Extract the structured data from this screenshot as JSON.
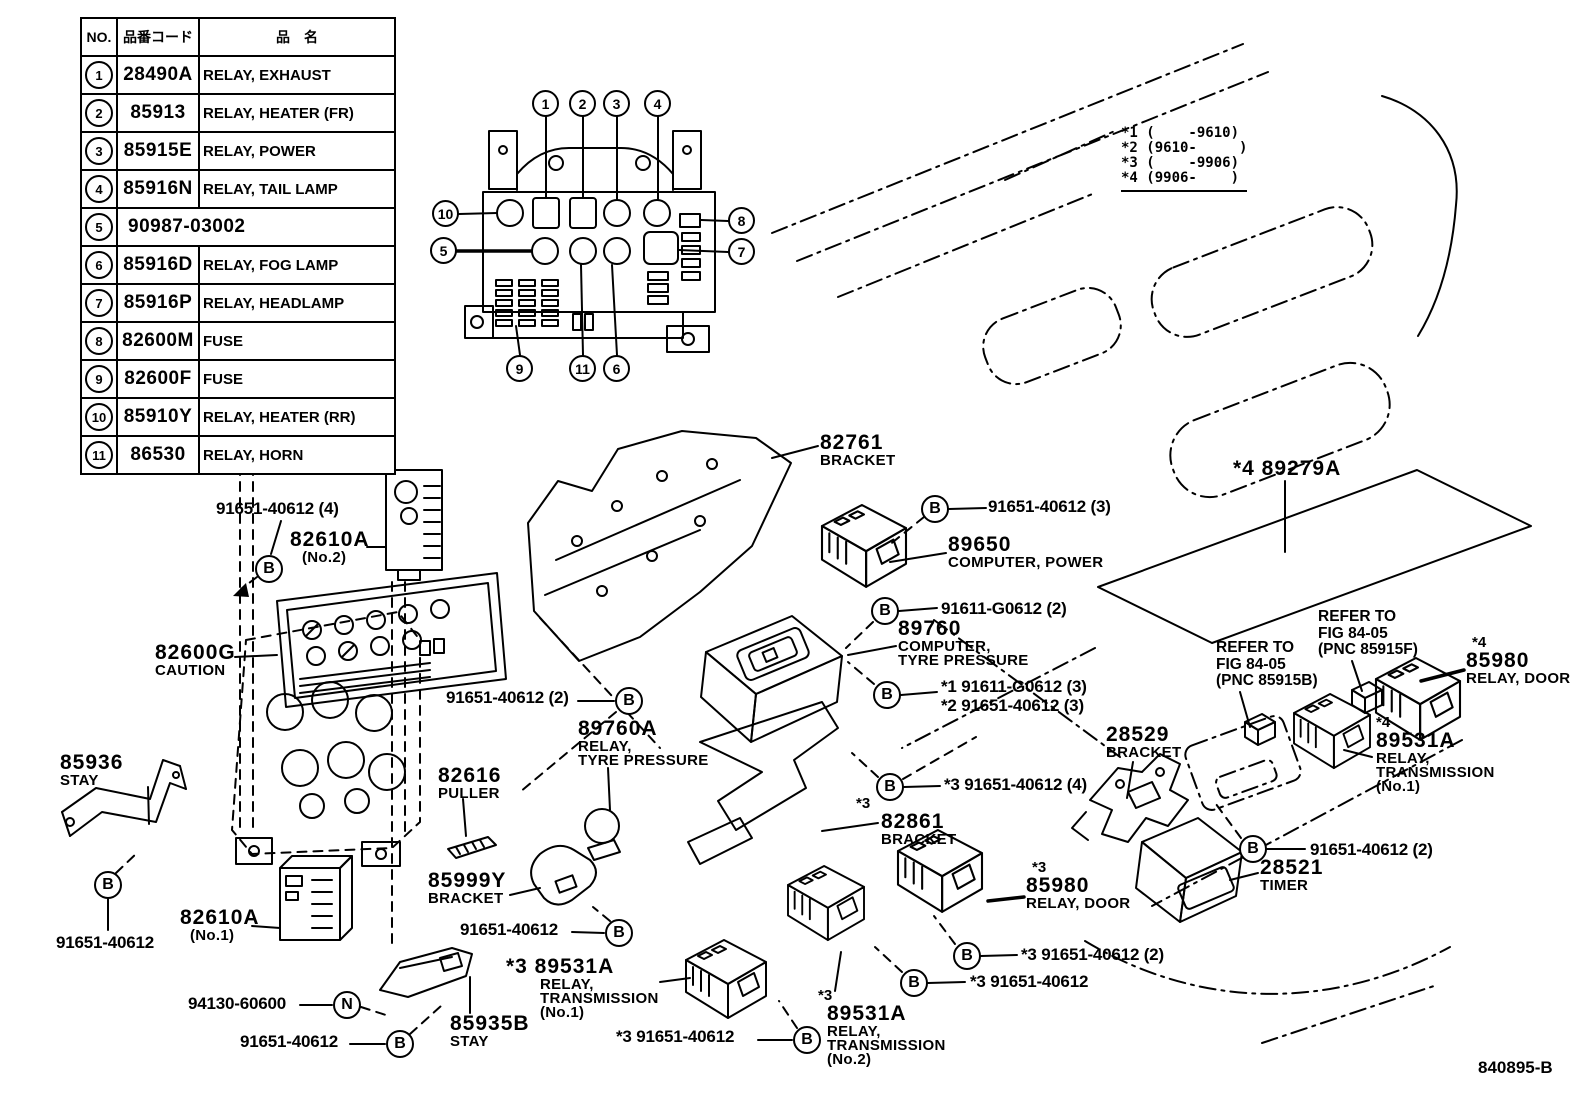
{
  "doc": {
    "page_code": "840895-B"
  },
  "table": {
    "headers": {
      "no": "NO.",
      "code": "品番コード",
      "name": "品　名"
    },
    "rows": [
      {
        "no": "1",
        "code": "28490A",
        "name": "RELAY, EXHAUST"
      },
      {
        "no": "2",
        "code": "85913",
        "name": "RELAY, HEATER (FR)"
      },
      {
        "no": "3",
        "code": "85915E",
        "name": "RELAY, POWER"
      },
      {
        "no": "4",
        "code": "85916N",
        "name": "RELAY, TAIL LAMP"
      },
      {
        "no": "5",
        "code": "90987-03002",
        "name": ""
      },
      {
        "no": "6",
        "code": "85916D",
        "name": "RELAY, FOG LAMP"
      },
      {
        "no": "7",
        "code": "85916P",
        "name": "RELAY, HEADLAMP"
      },
      {
        "no": "8",
        "code": "82600M",
        "name": "FUSE"
      },
      {
        "no": "9",
        "code": "82600F",
        "name": "FUSE"
      },
      {
        "no": "10",
        "code": "85910Y",
        "name": "RELAY, HEATER (RR)"
      },
      {
        "no": "11",
        "code": "86530",
        "name": "RELAY, HORN"
      }
    ]
  },
  "legend": {
    "text": "*1 (    -9610)\n*2 (9610-     )\n*3 (    -9906)\n*4 (9906-    )"
  },
  "callouts": [
    "1",
    "2",
    "3",
    "4",
    "5",
    "6",
    "7",
    "8",
    "9",
    "10",
    "11"
  ],
  "fastener": {
    "bolt": "B",
    "nut": "N"
  },
  "labels": {
    "l82761": {
      "num": "82761",
      "desc": "BRACKET"
    },
    "f91651_3": "91651-40612 (3)",
    "l89650": {
      "num": "89650",
      "desc": "COMPUTER, POWER"
    },
    "f91611_2": "91611-G0612 (2)",
    "l89760": {
      "num": "89760",
      "desc": "COMPUTER,\nTYRE PRESSURE"
    },
    "f9161112": "*1 91611-G0612 (3)\n*2 91651-40612 (3)",
    "l89279": {
      "num": "*4 89279A"
    },
    "refer_f": "REFER TO\nFIG 84-05\n(PNC 85915F)",
    "refer_b": "REFER TO\nFIG 84-05\n(PNC 85915B)",
    "l85980r": {
      "star": "*4",
      "num": "85980",
      "desc": "RELAY, DOOR"
    },
    "l89531r": {
      "star": "*4",
      "num": "89531A",
      "desc": "RELAY,\nTRANSMISSION\n(No.1)"
    },
    "l28529": {
      "num": "28529",
      "desc": "BRACKET"
    },
    "f91651_2r": "91651-40612 (2)",
    "l28521": {
      "num": "28521",
      "desc": "TIMER"
    },
    "f91651_4": "91651-40612 (4)",
    "l82610a2": {
      "num": "82610A",
      "desc": "(No.2)"
    },
    "l82600g": {
      "num": "82600G",
      "desc": "CAUTION"
    },
    "f91651_2l": "91651-40612 (2)",
    "l89760a": {
      "num": "89760A",
      "desc": "RELAY,\nTYRE PRESSURE"
    },
    "l82616": {
      "num": "82616",
      "desc": "PULLER"
    },
    "f91651_4s": "*3 91651-40612 (4)",
    "l82861": {
      "star": "*3",
      "num": "82861",
      "desc": "BRACKET"
    },
    "l85936": {
      "num": "85936",
      "desc": "STAY"
    },
    "l85999y": {
      "num": "85999Y",
      "desc": "BRACKET"
    },
    "f91651_p": "91651-40612",
    "l85980m": {
      "star": "*3",
      "num": "85980",
      "desc": "RELAY, DOOR"
    },
    "f91651_2s": "*3 91651-40612 (2)",
    "f91651_s1": "*3 91651-40612",
    "l82610a1": {
      "num": "82610A",
      "desc": "(No.1)"
    },
    "f91651_bl": "91651-40612",
    "f94130": "94130-60600",
    "l89531m1": {
      "num": "*3 89531A",
      "desc": "RELAY,\nTRANSMISSION\n(No.1)"
    },
    "l85935b": {
      "num": "85935B",
      "desc": "STAY"
    },
    "f91651_94": "91651-40612",
    "f91651_s2": "*3 91651-40612",
    "l89531m2": {
      "star": "*3",
      "num": "89531A",
      "desc": "RELAY,\nTRANSMISSION\n(No.2)"
    }
  }
}
